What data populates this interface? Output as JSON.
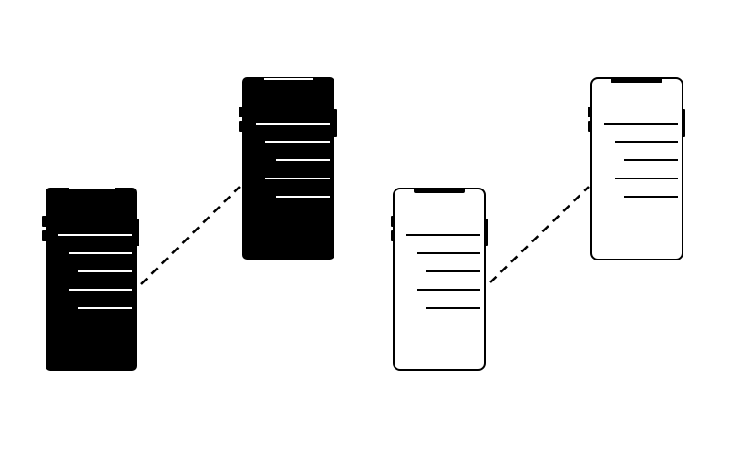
{
  "palette": {
    "background": "#ffffff",
    "ink": "#000000",
    "paper": "#ffffff"
  },
  "phone_pairs": [
    {
      "style": "filled",
      "description_icon": "smartphone-filled-icon",
      "connector": "dashed-line"
    },
    {
      "style": "outline",
      "description_icon": "smartphone-outline-icon",
      "connector": "dashed-line"
    }
  ],
  "content_lines_per_screen": 5
}
